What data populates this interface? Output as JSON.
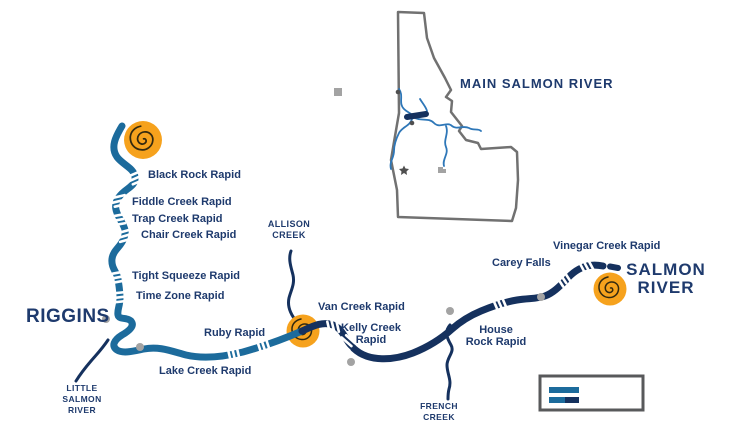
{
  "labels": {
    "city": "RIGGINS",
    "river_title": "SALMON\nRIVER",
    "inset_title": "MAIN SALMON RIVER",
    "little_salmon": "LITTLE\nSALMON\nRIVER",
    "allison_creek": "ALLISON\nCREEK",
    "french_creek": "FRENCH\nCREEK"
  },
  "rapids": [
    {
      "name": "Black Rock Rapid"
    },
    {
      "name": "Fiddle Creek Rapid"
    },
    {
      "name": "Trap Creek Rapid"
    },
    {
      "name": "Chair Creek Rapid"
    },
    {
      "name": "Tight Squeeze Rapid"
    },
    {
      "name": "Time Zone Rapid"
    },
    {
      "name": "Ruby Rapid"
    },
    {
      "name": "Lake Creek Rapid"
    },
    {
      "name": "Van Creek Rapid"
    },
    {
      "name": "Kelly Creek\nRapid"
    },
    {
      "name": "House\nRock Rapid"
    },
    {
      "name": "Carey Falls"
    },
    {
      "name": "Vinegar Creek Rapid"
    }
  ],
  "colors": {
    "river_upper": "#1c6b9c",
    "river_lower": "#15315e",
    "label": "#1e3a6d",
    "orange": "#f6a21d",
    "swirl_line": "#33290f",
    "inset_outline": "#717171",
    "inset_river": "#2e77b8",
    "dot": "#a3a3a3",
    "dot_dark": "#4f4f4f",
    "legend_border": "#58595b"
  }
}
